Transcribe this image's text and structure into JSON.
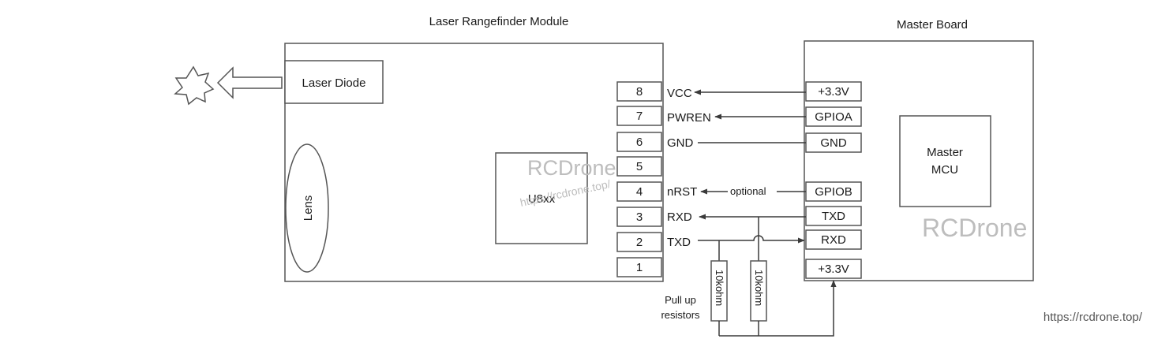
{
  "module": {
    "title": "Laser Rangefinder Module",
    "laser_diode": "Laser Diode",
    "lens": "Lens",
    "chip": "U8xx",
    "pins": [
      {
        "num": "8",
        "signal": "VCC"
      },
      {
        "num": "7",
        "signal": "PWREN"
      },
      {
        "num": "6",
        "signal": "GND"
      },
      {
        "num": "5",
        "signal": ""
      },
      {
        "num": "4",
        "signal": "nRST"
      },
      {
        "num": "3",
        "signal": "RXD"
      },
      {
        "num": "2",
        "signal": "TXD"
      },
      {
        "num": "1",
        "signal": ""
      }
    ]
  },
  "master": {
    "title": "Master Board",
    "mcu_line1": "Master",
    "mcu_line2": "MCU",
    "pins": [
      "+3.3V",
      "GPIOA",
      "GND",
      "GPIOB",
      "TXD",
      "RXD",
      "+3.3V"
    ]
  },
  "wires": {
    "optional": "optional"
  },
  "resistors": {
    "r1": "10kohm",
    "r2": "10kohm",
    "caption_line1": "Pull up",
    "caption_line2": "resistors"
  },
  "watermarks": {
    "brand": "RCDrone",
    "url_small": "https://rcdrone.top/",
    "footer_url": "https://rcdrone.top/"
  }
}
